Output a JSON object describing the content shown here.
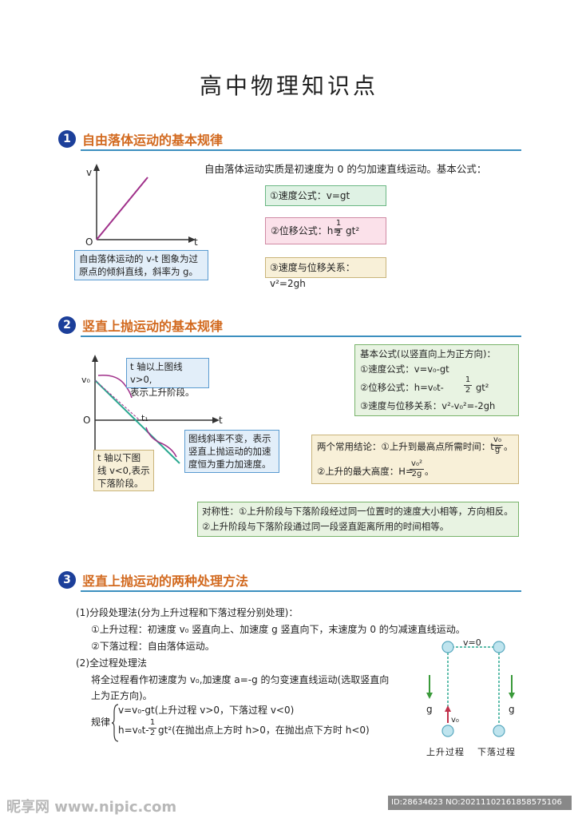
{
  "title": "高中物理知识点",
  "sections": [
    {
      "num": "1",
      "title": "自由落体运动的基本规律"
    },
    {
      "num": "2",
      "title": "竖直上抛运动的基本规律"
    },
    {
      "num": "3",
      "title": "竖直上抛运动的两种处理方法"
    }
  ],
  "s1": {
    "intro": "自由落体运动实质是初速度为 0 的匀加速直线运动。基本公式：",
    "f1": "①速度公式：v=gt",
    "f2_prefix": "②位移公式：h=",
    "f2_num": "1",
    "f2_den": "2",
    "f2_suffix": "gt²",
    "f3": "③速度与位移关系：v²=2gh",
    "graph_v": "v",
    "graph_t": "t",
    "graph_o": "O",
    "caption_line1": "自由落体运动的 v-t 图象为过",
    "caption_line2": "原点的倾斜直线，斜率为 g。"
  },
  "s2": {
    "graph_v0": "v₀",
    "graph_t": "t",
    "graph_o": "O",
    "graph_t1": "t₁",
    "ann_above_1": "t 轴以上图线 v>0,",
    "ann_above_2": "表示上升阶段。",
    "ann_below_1": "t 轴以下图",
    "ann_below_2": "线 v<0,表示",
    "ann_below_3": "下落阶段。",
    "ann_slope_1": "图线斜率不变，表示",
    "ann_slope_2": "竖直上抛运动的加速",
    "ann_slope_3": "度恒为重力加速度。",
    "basic_title": "基本公式(以竖直向上为正方向)：",
    "basic_f1": "①速度公式：v=v₀-gt",
    "basic_f2_prefix": "②位移公式：h=v₀t-",
    "basic_f2_num": "1",
    "basic_f2_den": "2",
    "basic_f2_suffix": "gt²",
    "basic_f3": "③速度与位移关系：v²-v₀²=-2gh",
    "concl_1_prefix": "两个常用结论：①上升到最高点所需时间：t=",
    "concl_1_num": "v₀",
    "concl_1_den": "g",
    "concl_1_suffix": "。",
    "concl_2_prefix": "②上升的最大高度：H=",
    "concl_2_num": "v₀²",
    "concl_2_den": "2g",
    "concl_2_suffix": "。",
    "sym_1": "对称性：①上升阶段与下落阶段经过同一位置时的速度大小相等，方向相反。",
    "sym_2": "②上升阶段与下落阶段通过同一段竖直距离所用的时间相等。"
  },
  "s3": {
    "l1": "(1)分段处理法(分为上升过程和下落过程分别处理)：",
    "l2": "①上升过程：初速度 v₀ 竖直向上、加速度 g 竖直向下，末速度为 0 的匀减速直线运动。",
    "l3": "②下落过程：自由落体运动。",
    "l4": "(2)全过程处理法",
    "l5": "将全过程看作初速度为 v₀,加速度 a=-g 的匀变速直线运动(选取竖直向",
    "l6": "上为正方向)。",
    "rule_label": "规律",
    "rule_1": "v=v₀-gt(上升过程 v>0，下落过程 v<0)",
    "rule_2_prefix": "h=v₀t-",
    "rule_2_num": "1",
    "rule_2_den": "2",
    "rule_2_suffix": "gt²(在抛出点上方时 h>0，在抛出点下方时 h<0)",
    "diag_v0_top": "v=0",
    "diag_g_left": "g",
    "diag_g_right": "g",
    "diag_v0": "v₀",
    "diag_up": "上升过程",
    "diag_down": "下落过程"
  },
  "watermark": {
    "logo": "昵享网 www.nipic.com",
    "id": "ID:28634623 NO:20211102161858575106"
  }
}
